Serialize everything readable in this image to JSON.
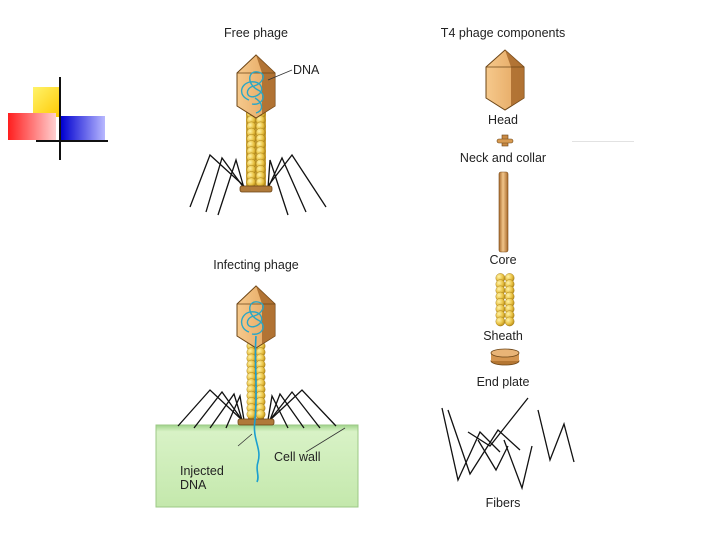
{
  "free_phage": {
    "title": "Free phage",
    "dna_label": "DNA"
  },
  "infecting_phage": {
    "title": "Infecting phage",
    "cell_wall_label": "Cell wall",
    "injected_dna_label": "Injected\nDNA"
  },
  "components": {
    "title": "T4 phage components",
    "items": [
      {
        "label": "Head",
        "icon": "phage-head-icon"
      },
      {
        "label": "Neck and collar",
        "icon": "neck-collar-icon"
      },
      {
        "label": "Core",
        "icon": "core-tube-icon"
      },
      {
        "label": "Sheath",
        "icon": "sheath-icon"
      },
      {
        "label": "End plate",
        "icon": "end-plate-icon"
      },
      {
        "label": "Fibers",
        "icon": "tail-fibers-icon"
      }
    ]
  },
  "colors": {
    "capsid": "#e0a35a",
    "capsid_dark": "#a86a2c",
    "sheath": "#e8c14a",
    "dna": "#2aa6c6",
    "cell": "#c8eab0",
    "accent_yellow": "#ffd400",
    "accent_red": "#ff3b3b",
    "accent_blue": "#1a1adb"
  }
}
